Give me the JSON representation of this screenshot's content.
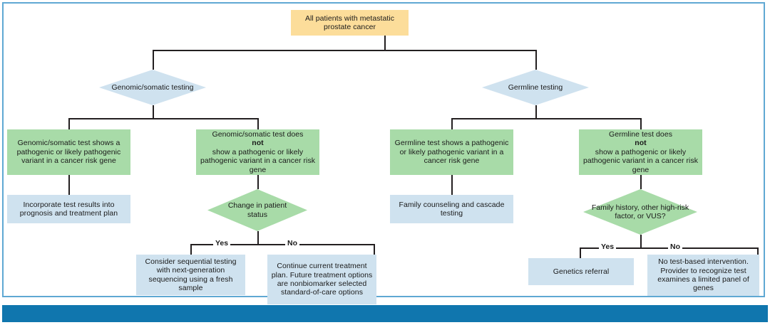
{
  "figure": {
    "title": "Metastatic prostate cancer genetic testing decision flowchart",
    "colors": {
      "root_fill": "#fcdd9a",
      "decision_fill": "#cfe2ef",
      "result_fill": "#a8dba8",
      "action_fill": "#cfe2ef",
      "line": "#231f20",
      "frame_border": "#5fa8d3",
      "footer_bar": "#1076ae"
    }
  },
  "nodes": {
    "root": "All patients with metastatic prostate cancer",
    "somatic_decision": "Genomic/somatic testing",
    "germline_decision": "Germline testing",
    "somatic_positive": "Genomic/somatic test shows a pathogenic or likely pathogenic variant in a cancer risk gene",
    "somatic_negative_pre": "Genomic/somatic test does ",
    "somatic_negative_bold": "not",
    "somatic_negative_post": " show a pathogenic or likely pathogenic variant in a cancer risk gene",
    "germline_positive": "Germline test shows a pathogenic or likely pathogenic variant in a cancer risk gene",
    "germline_negative_pre": "Germline test does ",
    "germline_negative_bold": "not",
    "germline_negative_post": " show a pathogenic or likely pathogenic variant in a cancer risk gene",
    "somatic_positive_action": "Incorporate test results into prognosis and treatment plan",
    "change_status_decision": "Change in patient status",
    "germline_positive_action": "Family counseling and cascade testing",
    "family_history_decision": "Family history, other high-risk factor, or VUS?",
    "somatic_change_yes": "Consider sequential testing with next-generation sequencing using a fresh sample",
    "somatic_change_no": "Continue current treatment plan. Future treatment options are nonbiomarker selected standard-of-care options",
    "germline_fh_yes": "Genetics referral",
    "germline_fh_no": "No test-based intervention. Provider to recognize test examines a limited panel of genes"
  },
  "edge_labels": {
    "somatic_yes": "Yes",
    "somatic_no": "No",
    "germline_yes": "Yes",
    "germline_no": "No"
  }
}
